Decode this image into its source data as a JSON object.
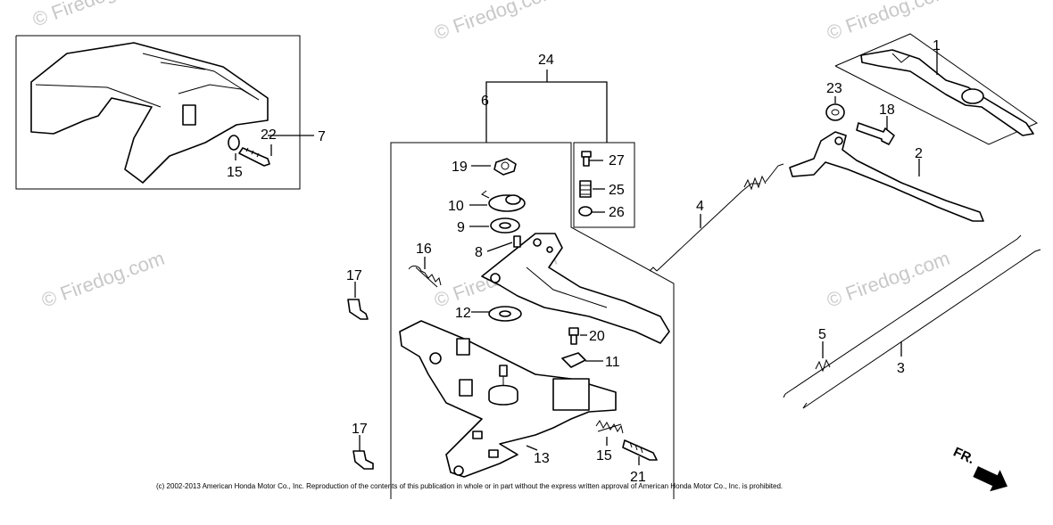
{
  "watermark_text": "© Firedog.com",
  "copyright": "(c) 2002-2013 American Honda Motor Co., Inc. Reproduction of the contents of this publication in whole or in part without the express written approval of American Honda Motor Co., Inc. is prohibited.",
  "direction_label": "FR.",
  "labels": {
    "p1": "1",
    "p2": "2",
    "p3": "3",
    "p4": "4",
    "p5": "5",
    "p6": "6",
    "p7": "7",
    "p8": "8",
    "p9": "9",
    "p10": "10",
    "p11": "11",
    "p12": "12",
    "p13": "13",
    "p15a": "15",
    "p15b": "15",
    "p16": "16",
    "p17a": "17",
    "p17b": "17",
    "p18": "18",
    "p19": "19",
    "p20": "20",
    "p21": "21",
    "p22": "22",
    "p23": "23",
    "p24": "24",
    "p25": "25",
    "p26": "26",
    "p27": "27"
  }
}
